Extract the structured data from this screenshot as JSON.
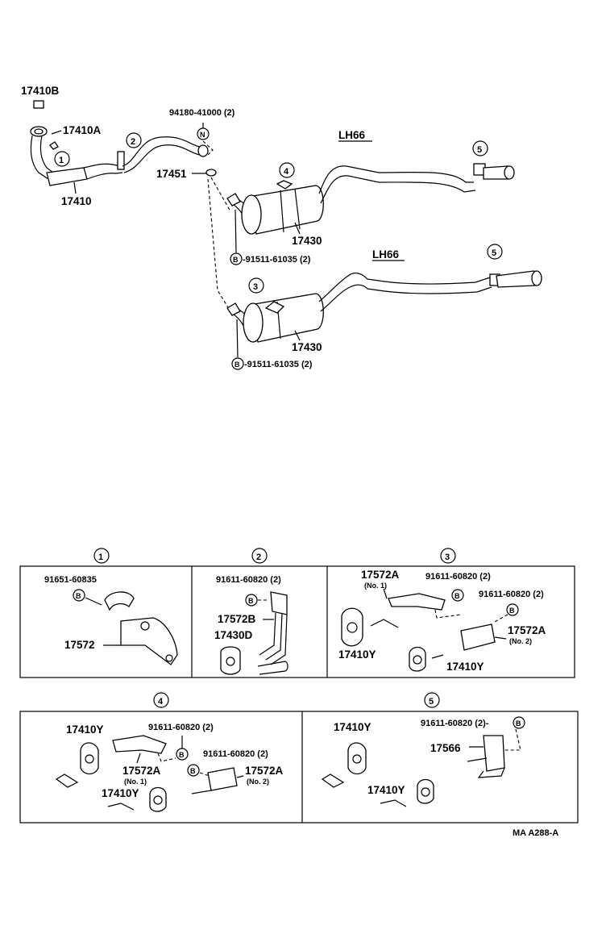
{
  "diagram": {
    "main": {
      "pipe_front_top_part": "17410B",
      "pipe_front_clamp_part": "17410A",
      "pipe_front_part": "17410",
      "bolt_part": "94180-41000 (2)",
      "bolt_symbol": "N",
      "gasket_part": "17451",
      "variant_label_upper": "LH66",
      "variant_label_lower": "LH66",
      "tail_pipe_part_upper": "17430",
      "tail_pipe_part_lower": "17430",
      "bolt_b_part_upper": "-91511-61035 (2)",
      "bolt_b_part_lower": "-91511-61035 (2)",
      "bolt_b_symbol": "B",
      "callout_1": "1",
      "callout_2": "2",
      "callout_3": "3",
      "callout_4": "4",
      "callout_5": "5",
      "callout_5b": "5"
    },
    "details": {
      "d1": {
        "callout": "1",
        "bolt": "91651-60835",
        "bolt_symbol": "B",
        "bracket": "17572"
      },
      "d2": {
        "callout": "2",
        "bolt": "91611-60820 (2)",
        "bolt_symbol": "B",
        "bracket": "17572B",
        "cushion": "17430D"
      },
      "d3": {
        "callout": "3",
        "bracket_a": "17572A",
        "bracket_a_no": "(No. 1)",
        "bolt_1": "91611-60820 (2)",
        "bolt_2": "91611-60820 (2)",
        "bolt_symbol": "B",
        "bracket_a2": "17572A",
        "bracket_a2_no": "(No. 2)",
        "hanger_1": "17410Y",
        "hanger_2": "17410Y"
      },
      "d4": {
        "callout": "4",
        "hanger_1": "17410Y",
        "bolt_1": "91611-60820 (2)",
        "bolt_2": "91611-60820 (2)",
        "bolt_symbol": "B",
        "bracket_a": "17572A",
        "bracket_a_no": "(No. 1)",
        "bracket_a2": "17572A",
        "bracket_a2_no": "(No. 2)",
        "hanger_2": "17410Y"
      },
      "d5": {
        "callout": "5",
        "hanger_1": "17410Y",
        "bolt": "91611-60820 (2)-",
        "bolt_symbol": "B",
        "bracket": "17566",
        "hanger_2": "17410Y"
      }
    },
    "footer_code": "MA A288-A"
  }
}
